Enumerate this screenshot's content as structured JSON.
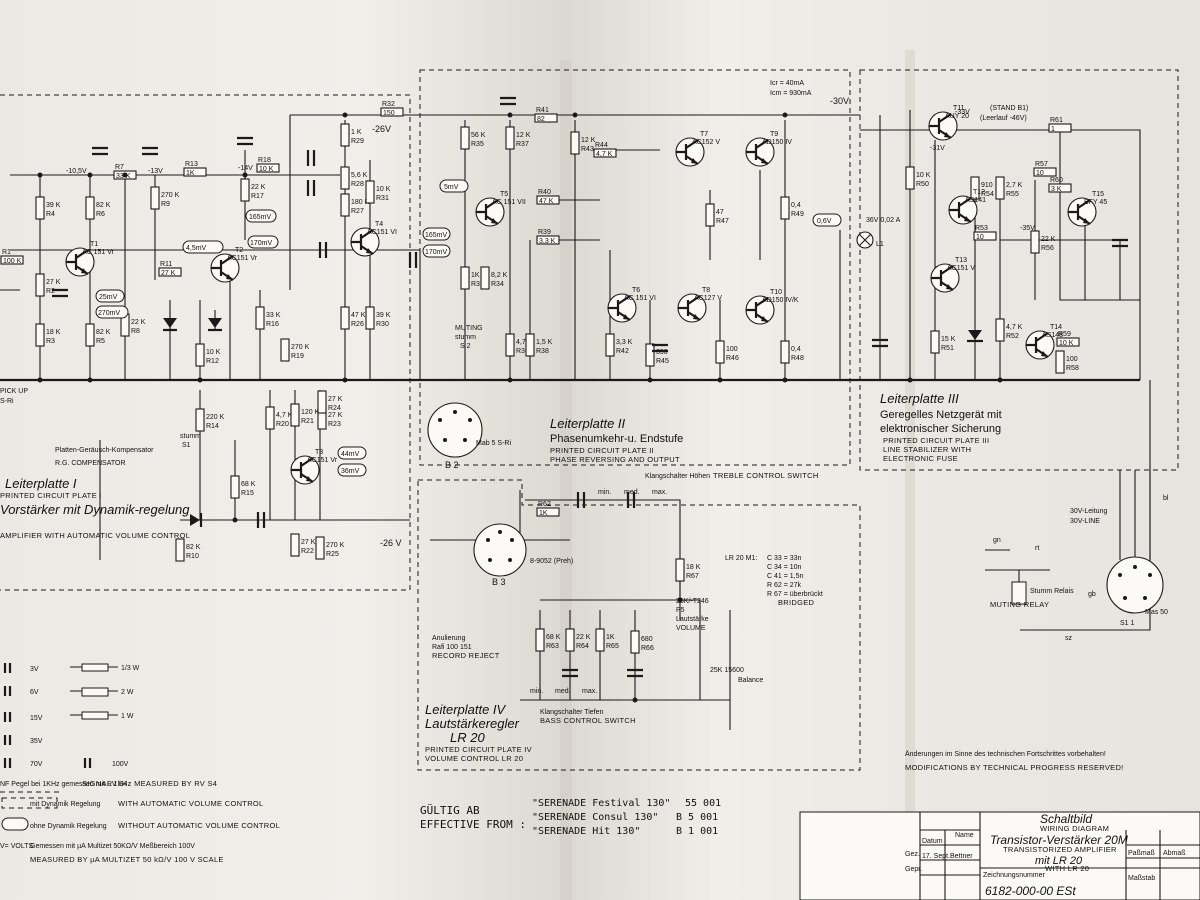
{
  "plates": [
    {
      "title": "Leiterplatte I",
      "subtitle_de": "Vorstärker mit Dynamik-regelung",
      "en_1": "PRINTED CIRCUIT PLATE I",
      "en_2": "AMPLIFIER WITH AUTOMATIC VOLUME CONTROL"
    },
    {
      "title": "Leiterplatte II",
      "subtitle_de": "Phasenumkehr-u. Endstufe",
      "en_1": "PRINTED CIRCUIT PLATE II",
      "en_2": "PHASE REVERSING AND OUTPUT"
    },
    {
      "title": "Leiterplatte III",
      "subtitle_de_1": "Geregelles Netzgerät mit",
      "subtitle_de_2": "elektronischer Sicherung",
      "en_1": "PRINTED CIRCUIT PLATE III",
      "en_2": "LINE STABILIZER WITH",
      "en_3": "ELECTRONIC FUSE"
    },
    {
      "title": "Leiterplatte IV",
      "subtitle_de": "Lautstärkeregler",
      "model": "LR 20",
      "en_1": "PRINTED CIRCUIT PLATE IV",
      "en_2": "VOLUME CONTROL  LR 20"
    }
  ],
  "transistors": [
    {
      "name": "T1",
      "type": "AC 151 Vr"
    },
    {
      "name": "T2",
      "type": "AC151 Vr"
    },
    {
      "name": "T3",
      "type": "AC151 Vr"
    },
    {
      "name": "T4",
      "type": "AC151 VI"
    },
    {
      "name": "T5",
      "type": "AC 151 VII"
    },
    {
      "name": "T6",
      "type": "AC 151 VI"
    },
    {
      "name": "T7",
      "type": "AC152 V"
    },
    {
      "name": "T8",
      "type": "AC127 V"
    },
    {
      "name": "T9",
      "type": "AD150 IV"
    },
    {
      "name": "T10",
      "type": "AD150 IV/K"
    },
    {
      "name": "T11",
      "type": "AUY 20"
    },
    {
      "name": "T12",
      "type": "AS141"
    },
    {
      "name": "T13",
      "type": "AC151 V"
    },
    {
      "name": "T14",
      "type": "AS148"
    },
    {
      "name": "T15",
      "type": "BFY 45"
    }
  ],
  "resistors": [
    {
      "name": "R1",
      "value": "100 K"
    },
    {
      "name": "R2",
      "value": "27 K"
    },
    {
      "name": "R3",
      "value": "18 K"
    },
    {
      "name": "R4",
      "value": "39 K"
    },
    {
      "name": "R5",
      "value": "82 K"
    },
    {
      "name": "R6",
      "value": "82 K"
    },
    {
      "name": "R7",
      "value": "33 K"
    },
    {
      "name": "R8",
      "value": "22 K"
    },
    {
      "name": "R9",
      "value": "270 K"
    },
    {
      "name": "R10",
      "value": "82 K"
    },
    {
      "name": "R11",
      "value": "27 K"
    },
    {
      "name": "R12",
      "value": "10 K"
    },
    {
      "name": "R13",
      "value": "1K"
    },
    {
      "name": "R14",
      "value": "220 K"
    },
    {
      "name": "R15",
      "value": "68 K"
    },
    {
      "name": "R16",
      "value": "33 K"
    },
    {
      "name": "R17",
      "value": "22 K"
    },
    {
      "name": "R18",
      "value": "10 K"
    },
    {
      "name": "R19",
      "value": "270 K"
    },
    {
      "name": "R20",
      "value": "4,7 K"
    },
    {
      "name": "R21",
      "value": "120 K"
    },
    {
      "name": "R22",
      "value": "27 K"
    },
    {
      "name": "R23",
      "value": "27 K"
    },
    {
      "name": "R24",
      "value": "27 K"
    },
    {
      "name": "R25",
      "value": "270 K"
    },
    {
      "name": "R26",
      "value": "47 K"
    },
    {
      "name": "R27",
      "value": "180 K"
    },
    {
      "name": "R28",
      "value": "5,6 K"
    },
    {
      "name": "R29",
      "value": "1 K"
    },
    {
      "name": "R30",
      "value": "39 K"
    },
    {
      "name": "R31",
      "value": "10 K"
    },
    {
      "name": "R32",
      "value": "150"
    },
    {
      "name": "R33",
      "value": "1K"
    },
    {
      "name": "R34",
      "value": "8,2 K"
    },
    {
      "name": "R35",
      "value": "56 K"
    },
    {
      "name": "R36",
      "value": "4,7"
    },
    {
      "name": "R37",
      "value": "12 K"
    },
    {
      "name": "R38",
      "value": "1,5 K"
    },
    {
      "name": "R39",
      "value": "3,3 K"
    },
    {
      "name": "R40",
      "value": "47 K"
    },
    {
      "name": "R41",
      "value": "82"
    },
    {
      "name": "R42",
      "value": "3,3 K"
    },
    {
      "name": "R43",
      "value": "12 K"
    },
    {
      "name": "R44",
      "value": "4,7 K"
    },
    {
      "name": "R45",
      "value": "390"
    },
    {
      "name": "R46",
      "value": "100"
    },
    {
      "name": "R47",
      "value": "47"
    },
    {
      "name": "R48",
      "value": "0,4"
    },
    {
      "name": "R49",
      "value": "0,4"
    },
    {
      "name": "R50",
      "value": "10 K"
    },
    {
      "name": "R51",
      "value": "15 K"
    },
    {
      "name": "R52",
      "value": "4,7 K"
    },
    {
      "name": "R53",
      "value": "10"
    },
    {
      "name": "R54",
      "value": "910"
    },
    {
      "name": "R55",
      "value": "2,7 K"
    },
    {
      "name": "R56",
      "value": "22 K"
    },
    {
      "name": "R57",
      "value": "10"
    },
    {
      "name": "R58",
      "value": "100"
    },
    {
      "name": "R59",
      "value": "10 K"
    },
    {
      "name": "R60",
      "value": "3 K"
    },
    {
      "name": "R61",
      "value": "1"
    },
    {
      "name": "R62",
      "value": "1K"
    },
    {
      "name": "R63",
      "value": "68 K"
    },
    {
      "name": "R64",
      "value": "22 K"
    },
    {
      "name": "R65",
      "value": "1K"
    },
    {
      "name": "R66",
      "value": "680"
    },
    {
      "name": "R67",
      "value": "18 K"
    }
  ],
  "voltage_tags": [
    "4,5mV",
    "25mV",
    "270mV",
    "170mV",
    "165mV",
    "165mV",
    "170mV",
    "5mV",
    "44mV",
    "36mV",
    "0,6V"
  ],
  "rail_labels": {
    "main": "-30V",
    "m26": "-26V",
    "m26b": "-26 V",
    "m13": "-13V",
    "m14": "-14V",
    "m105": "-10,5V",
    "m35": "-35V",
    "m31": "-31V",
    "m33": "-33V"
  },
  "currents": {
    "icr": "Icr = 40mA",
    "icm": "Icm = 930mA"
  },
  "stand": "(STAND B1)",
  "stand2": "(Leerlauf -46V)",
  "pickup": {
    "title": "PICK UP",
    "sub": "S-Ri"
  },
  "phono": {
    "label": "Platten-Geräusch-Kompensator",
    "en": "R.G. COMPENSATOR"
  },
  "muting": {
    "title": "MUTING",
    "sub": "stumm",
    "sw": "S 2",
    "sw1": "S1",
    "stumm": "stumm"
  },
  "connector_b2": {
    "name": "B 2",
    "desc": "Mab 5 S-Ri"
  },
  "connector_b3": {
    "name": "B 3",
    "desc": "8-9052 (Preh)"
  },
  "treble": {
    "de": "Klangschalter Höhen",
    "en": "TREBLE CONTROL SWITCH",
    "min": "min.",
    "med": "med.",
    "max": "max."
  },
  "bass": {
    "de": "Klangschalter Tiefen",
    "en": "BASS CONTROL SWITCH",
    "min": "min.",
    "med": "med.",
    "max": "max."
  },
  "volume": {
    "name": "25K/-T246",
    "pot": "P5",
    "de": "Lautstärke",
    "en": "VOLUME"
  },
  "balance": {
    "name": "25K 15600",
    "en": "Balance"
  },
  "record_reject": {
    "de": "Anulierung",
    "part": "Rafi 100 151",
    "en": "RECORD REJECT"
  },
  "lr20_notes": {
    "title": "LR 20 M1:",
    "lines": [
      "C 33 = 33n",
      "C 34 = 10n",
      "C 41 = 1,5n",
      "R 62 = 27k",
      "R 67 = überbrückt"
    ],
    "bridged": "BRIDGED"
  },
  "relay": {
    "de": "Stumm Relais",
    "en": "MUTING RELAY",
    "sw": "S1 1",
    "mas": "Mas 50"
  },
  "line": {
    "de": "30V-Leitung",
    "en": "30V-LINE"
  },
  "wires": {
    "gn": "gn",
    "gb": "gb",
    "rt": "rt",
    "sz": "sz",
    "bl": "bl"
  },
  "lamp": {
    "label": "36V 0,02 A",
    "name": "L1"
  },
  "legend": {
    "caps": [
      "3V",
      "6V",
      "15V",
      "35V",
      "70V",
      "100V"
    ],
    "resistors": [
      "1/3 W",
      "2 W",
      "1 W"
    ],
    "signal_de": "NF Pegel bei 1KHz gemessen mit RV S4",
    "signal_en": "SIGNAL 1kHz MEASURED BY RV S4",
    "dyn_on_de": "mit Dynamik Regelung",
    "dyn_on_en": "WITH AUTOMATIC VOLUME CONTROL",
    "dyn_off_de": "ohne Dynamik Regelung",
    "dyn_off_en": "WITHOUT AUTOMATIC VOLUME CONTROL",
    "meas_de": "Gemessen mit µA Multizet 50KΩ/V Meßbereich 100V",
    "meas_en": "MEASURED BY µA MULTIZET 50 kΩ/V 100 V SCALE",
    "volts": "V= VOLTS"
  },
  "validity": {
    "de": "GÜLTIG AB",
    "en": "EFFECTIVE FROM :",
    "models": [
      {
        "name": "\"SERENADE Festival 130\"",
        "serial": "55 001"
      },
      {
        "name": "\"SERENADE Consul 130\"",
        "serial": "B 5 001"
      },
      {
        "name": "\"SERENADE Hit 130\"",
        "serial": "B 1 001"
      }
    ]
  },
  "notice": {
    "de": "Änderungen im Sinne des technischen Fortschrittes vorbehalten!",
    "en": "MODIFICATIONS BY TECHNICAL PROGRESS RESERVED!"
  },
  "title_block": {
    "title": "Schaltbild",
    "title_en": "WIRING DIAGRAM",
    "product": "Transistor-Verstärker 20M",
    "product_en": "TRANSISTORIZED AMPLIFIER",
    "with": "mit LR 20",
    "with_en": "WITH LR 20",
    "drawing_no_label": "Zeichnungsnummer",
    "drawing_no": "6182-000-00 ESt",
    "col_date": "Datum",
    "col_name": "Name",
    "row_ges": "Gez.",
    "row_gepr": "Gepr.",
    "date1": "17. Sept.",
    "name1": "Bettner",
    "scale": "Maßstab",
    "pab": "Paßmaß",
    "abm": "Abmaß"
  }
}
